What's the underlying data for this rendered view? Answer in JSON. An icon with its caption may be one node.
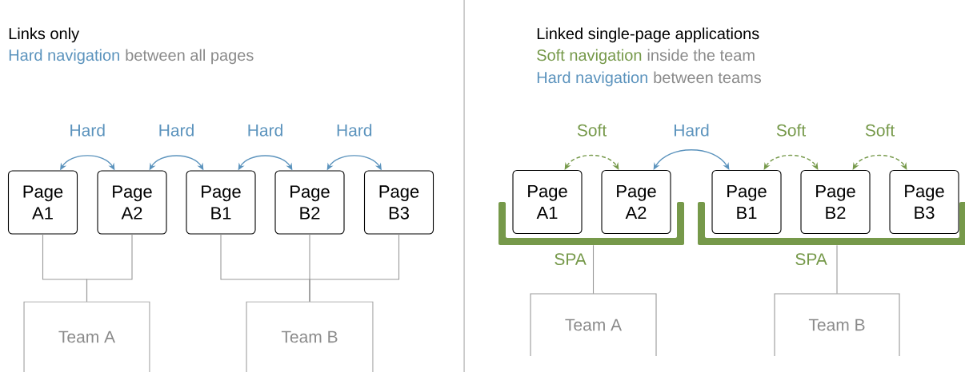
{
  "diagram": {
    "nodes": [
      {
        "text": [
          "Page A1"
        ]
      },
      {
        "text": [
          "Page A2"
        ]
      },
      {
        "text": [
          "Page B1"
        ]
      },
      {
        "text": [
          "Page B2"
        ]
      },
      {
        "text": [
          "Page B3"
        ]
      },
      {
        "text": [
          "Team A"
        ]
      },
      {
        "text": [
          "Team B"
        ]
      },
      {
        "text": [
          "Page A1"
        ]
      },
      {
        "text": [
          "Page A2"
        ]
      },
      {
        "text": [
          "Page B1"
        ]
      },
      {
        "text": [
          "Page B2"
        ]
      },
      {
        "text": [
          "Page B3"
        ]
      },
      {
        "text": [
          "SPA"
        ]
      },
      {
        "text": [
          "SPA"
        ]
      },
      {
        "text": [
          "Team A"
        ]
      },
      {
        "text": [
          "Team B"
        ]
      }
    ],
    "edges": [
      {
        "from": 0,
        "to": 1,
        "arrow": "both",
        "label": "Hard",
        "color": "#5b93bd"
      },
      {
        "from": 1,
        "to": 2,
        "arrow": "both",
        "label": "Hard",
        "color": "#5b93bd"
      },
      {
        "from": 2,
        "to": 3,
        "arrow": "both",
        "label": "Hard",
        "color": "#5b93bd"
      },
      {
        "from": 3,
        "to": 4,
        "arrow": "both",
        "label": "Hard",
        "color": "#5b93bd"
      },
      {
        "from": 0,
        "to": 5,
        "arrow": "none"
      },
      {
        "from": 1,
        "to": 5,
        "arrow": "none"
      },
      {
        "from": 2,
        "to": 6,
        "arrow": "none"
      },
      {
        "from": 3,
        "to": 6,
        "arrow": "none"
      },
      {
        "from": 4,
        "to": 6,
        "arrow": "none"
      },
      {
        "from": 7,
        "to": 8,
        "arrow": "both",
        "label": "Soft",
        "style": "dashed",
        "color": "#76994a"
      },
      {
        "from": 8,
        "to": 9,
        "arrow": "both",
        "label": "Hard",
        "color": "#5b93bd"
      },
      {
        "from": 9,
        "to": 10,
        "arrow": "both",
        "label": "Soft",
        "style": "dashed",
        "color": "#76994a"
      },
      {
        "from": 10,
        "to": 11,
        "arrow": "both",
        "label": "Soft",
        "style": "dashed",
        "color": "#76994a"
      },
      {
        "from": 12,
        "to": 14,
        "arrow": "none"
      },
      {
        "from": 13,
        "to": 15,
        "arrow": "none"
      }
    ],
    "labels": [
      "Links only",
      "Hard navigation",
      "between all pages",
      "Linked single-page applications",
      "Soft navigation",
      "inside the team",
      "Hard navigation",
      "between teams"
    ]
  }
}
